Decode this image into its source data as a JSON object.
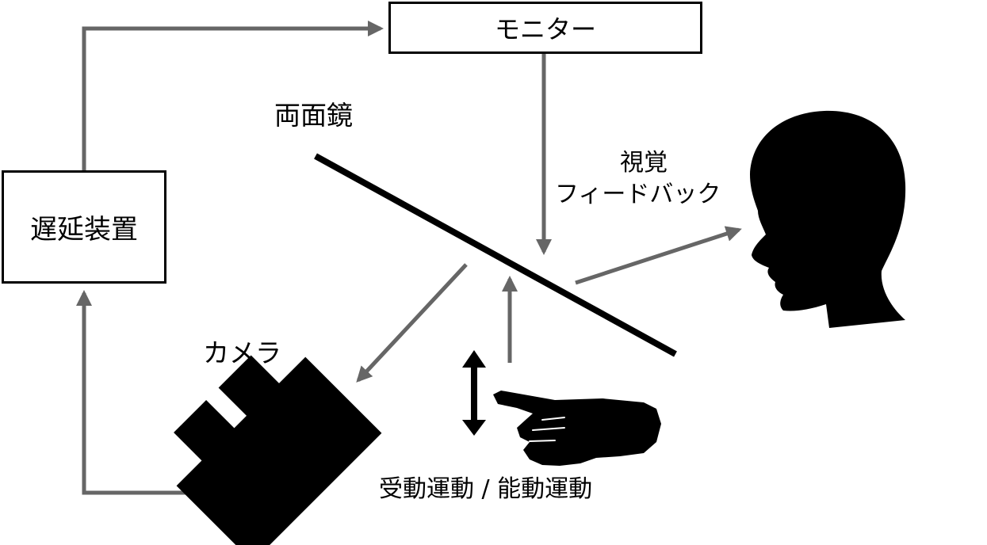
{
  "labels": {
    "monitor": "モニター",
    "delay_device": "遅延装置",
    "mirror": "両面鏡",
    "camera": "カメラ",
    "feedback_line1": "視覚",
    "feedback_line2": "フィードバック",
    "movement": "受動運動 / 能動運動"
  },
  "icons": {
    "camera": "camera-icon",
    "head": "human-head-silhouette-icon",
    "hand": "pointing-hand-icon",
    "motion": "double-headed-vertical-arrow-icon"
  },
  "colors": {
    "arrow": "#666666",
    "shape": "#000000",
    "background": "#ffffff"
  }
}
